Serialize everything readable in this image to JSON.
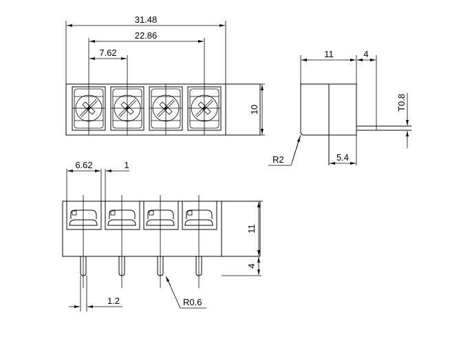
{
  "top_view": {
    "overall_width": "31.48",
    "pin_span": "22.86",
    "pitch": "7.62",
    "height": "10",
    "positions": 4
  },
  "side_view": {
    "depth": "11",
    "pin_extension": "4",
    "pin_thickness": "T0.8",
    "corner_radius": "R2",
    "offset": "5.4"
  },
  "front_view": {
    "window_width": "6.62",
    "wall": "1",
    "height": "11",
    "pin_length": "4",
    "pin_width": "1.2",
    "pin_radius": "R0.6"
  }
}
